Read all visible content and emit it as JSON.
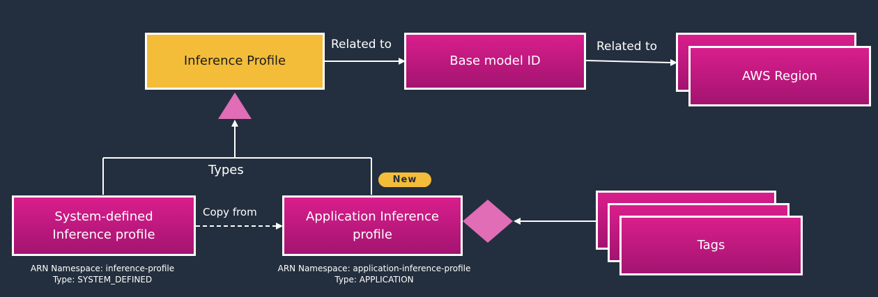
{
  "nodes": {
    "inference_profile": "Inference Profile",
    "base_model_id": "Base model ID",
    "aws_region": "AWS Region",
    "system_defined": "System-defined Inference profile",
    "application": "Application Inference profile",
    "tags": "Tags"
  },
  "edges": {
    "related_to_1": "Related to",
    "related_to_2": "Related to",
    "types": "Types",
    "copy_from": "Copy from"
  },
  "badge": "New",
  "notes": {
    "system_ns": "ARN Namespace: inference-profile",
    "system_type": "Type: SYSTEM_DEFINED",
    "app_ns": "ARN Namespace: application-inference-profile",
    "app_type": "Type: APPLICATION"
  },
  "colors": {
    "background": "#232f3e",
    "pink": "#c81a82",
    "yellow": "#f3bd3a",
    "connector": "#ffffff",
    "symbol": "#e06db5"
  }
}
